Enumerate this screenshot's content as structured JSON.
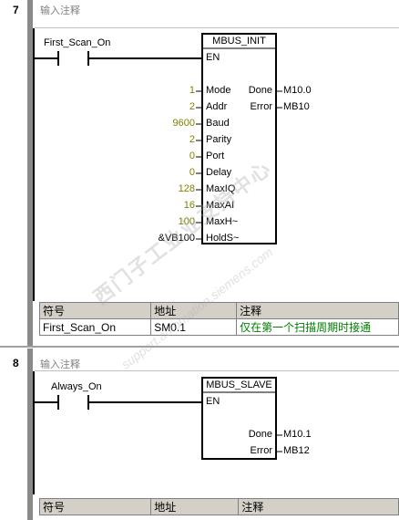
{
  "network7": {
    "number": "7",
    "comment": "输入注释",
    "contact_label": "First_Scan_On",
    "block_title": "MBUS_INIT",
    "en_label": "EN",
    "inputs": [
      {
        "value": "1",
        "pin": "Mode"
      },
      {
        "value": "2",
        "pin": "Addr"
      },
      {
        "value": "9600",
        "pin": "Baud"
      },
      {
        "value": "2",
        "pin": "Parity"
      },
      {
        "value": "0",
        "pin": "Port"
      },
      {
        "value": "0",
        "pin": "Delay"
      },
      {
        "value": "128",
        "pin": "MaxIQ"
      },
      {
        "value": "16",
        "pin": "MaxAI"
      },
      {
        "value": "100",
        "pin": "MaxH~"
      },
      {
        "value": "&VB100",
        "pin": "HoldS~"
      }
    ],
    "outputs": [
      {
        "pin": "Done",
        "value": "M10.0"
      },
      {
        "pin": "Error",
        "value": "MB10"
      }
    ],
    "symbol_table": {
      "headers": [
        "符号",
        "地址",
        "注释"
      ],
      "rows": [
        [
          "First_Scan_On",
          "SM0.1",
          "仅在第一个扫描周期时接通"
        ]
      ]
    }
  },
  "network8": {
    "number": "8",
    "comment": "输入注释",
    "contact_label": "Always_On",
    "block_title": "MBUS_SLAVE",
    "en_label": "EN",
    "outputs": [
      {
        "pin": "Done",
        "value": "M10.1"
      },
      {
        "pin": "Error",
        "value": "MB12"
      }
    ],
    "symbol_table": {
      "headers": [
        "符号",
        "地址",
        "注释"
      ]
    }
  },
  "watermark": {
    "line1": "西门子工业业支持中心",
    "line2": "support.automation.siemens.com"
  },
  "colors": {
    "input_value": "#808000",
    "comment_text": "#008000",
    "rail": "#8a8a8a"
  }
}
